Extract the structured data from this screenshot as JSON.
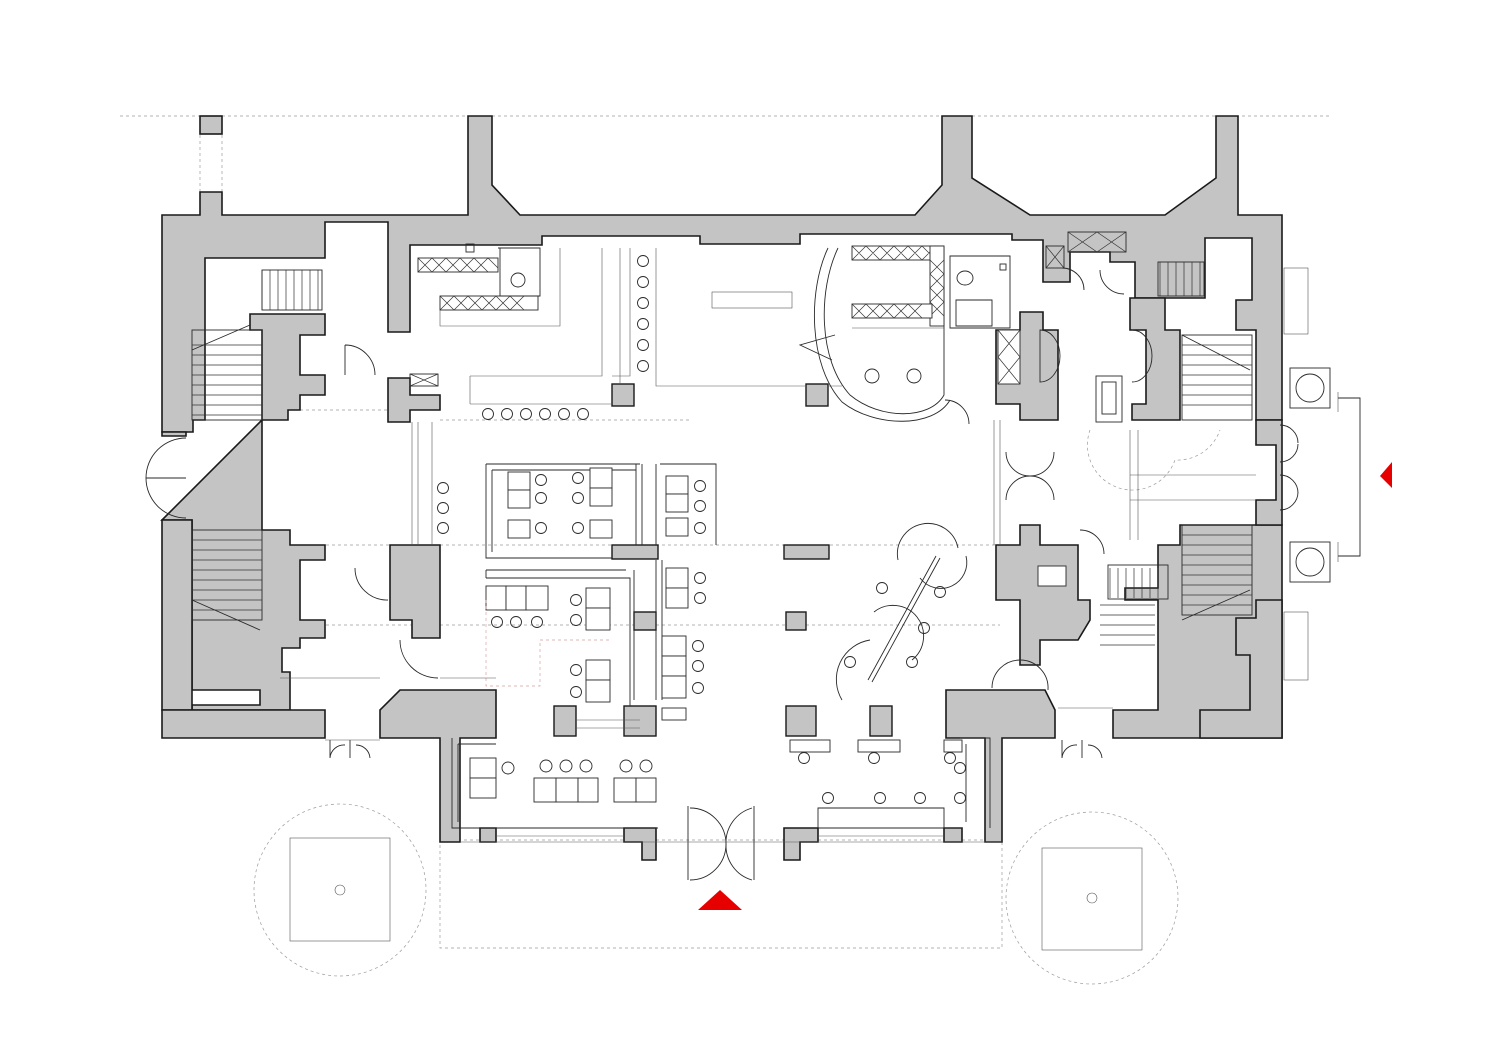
{
  "diagram": {
    "type": "architectural floor plan",
    "colors": {
      "background": "#ffffff",
      "wall_fill": "#c4c4c4",
      "line": "#2a2a2a",
      "entrance_marker": "#e60000"
    },
    "entrances": [
      "south-main-entrance",
      "east-side-entrance"
    ]
  }
}
